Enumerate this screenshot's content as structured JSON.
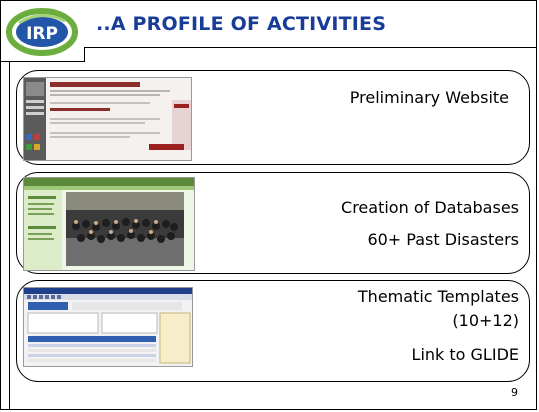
{
  "header": {
    "logo_text": "IRP",
    "title": "..A PROFILE OF ACTIVITIES"
  },
  "items": [
    {
      "lines": [
        "Preliminary Website"
      ]
    },
    {
      "lines": [
        "Creation of Databases",
        "60+ Past Disasters"
      ]
    },
    {
      "lines": [
        "Thematic Templates",
        "(10+12)",
        "Link to GLIDE"
      ]
    }
  ],
  "page_number": "9",
  "colors": {
    "title": "#1a3c99",
    "logo_green": "#6cae3e",
    "logo_blue": "#2356a8"
  }
}
